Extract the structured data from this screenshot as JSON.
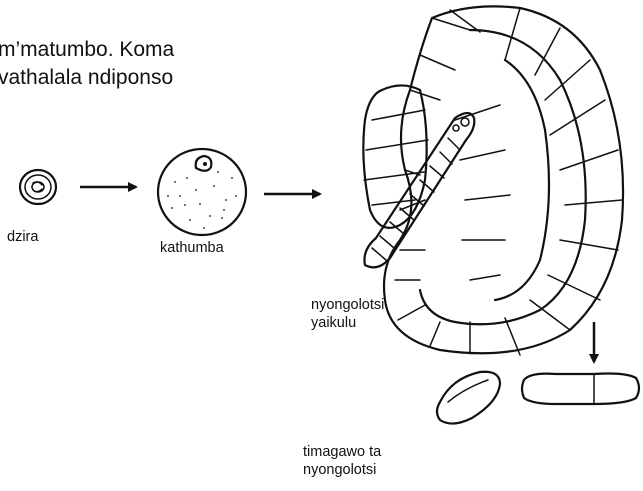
{
  "intro": {
    "line1": "m’matumbo. Koma",
    "line2": "vathalala ndiponso"
  },
  "labels": {
    "egg": "dzira",
    "cyst": "kathumba",
    "adult_line1": "nyongolotsi",
    "adult_line2": "yaikulu",
    "segments_line1": "timagawo ta",
    "segments_line2": "nyongolotsi"
  },
  "icons": {
    "egg": "egg-icon",
    "cyst": "cyst-icon",
    "worm": "tapeworm-icon",
    "intestine": "intestine-wall-icon",
    "segments": "worm-segments-icon"
  }
}
